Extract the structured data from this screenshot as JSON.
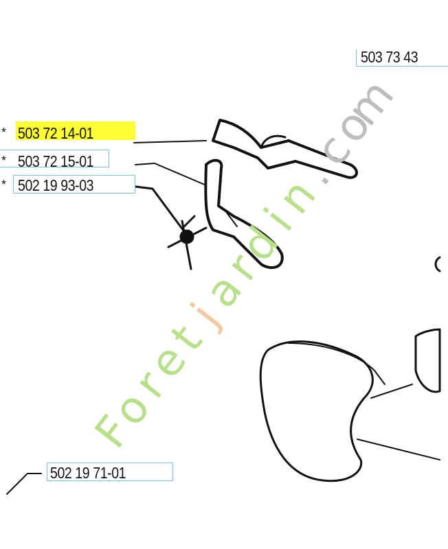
{
  "labels": {
    "top_right": "503 73 43",
    "part1": "503 72 14-01",
    "part2": "503 72 15-01",
    "part3": "502 19 93-03",
    "bottom": "502 19 71-01",
    "asterisk": "*"
  },
  "highlight_color": "#ffff33",
  "box_color": "#7fc6cc",
  "watermark": {
    "text": "Foretjardin.com",
    "colors": [
      "#b8e08a",
      "#f2c9a0",
      "#bdbdbd"
    ]
  }
}
